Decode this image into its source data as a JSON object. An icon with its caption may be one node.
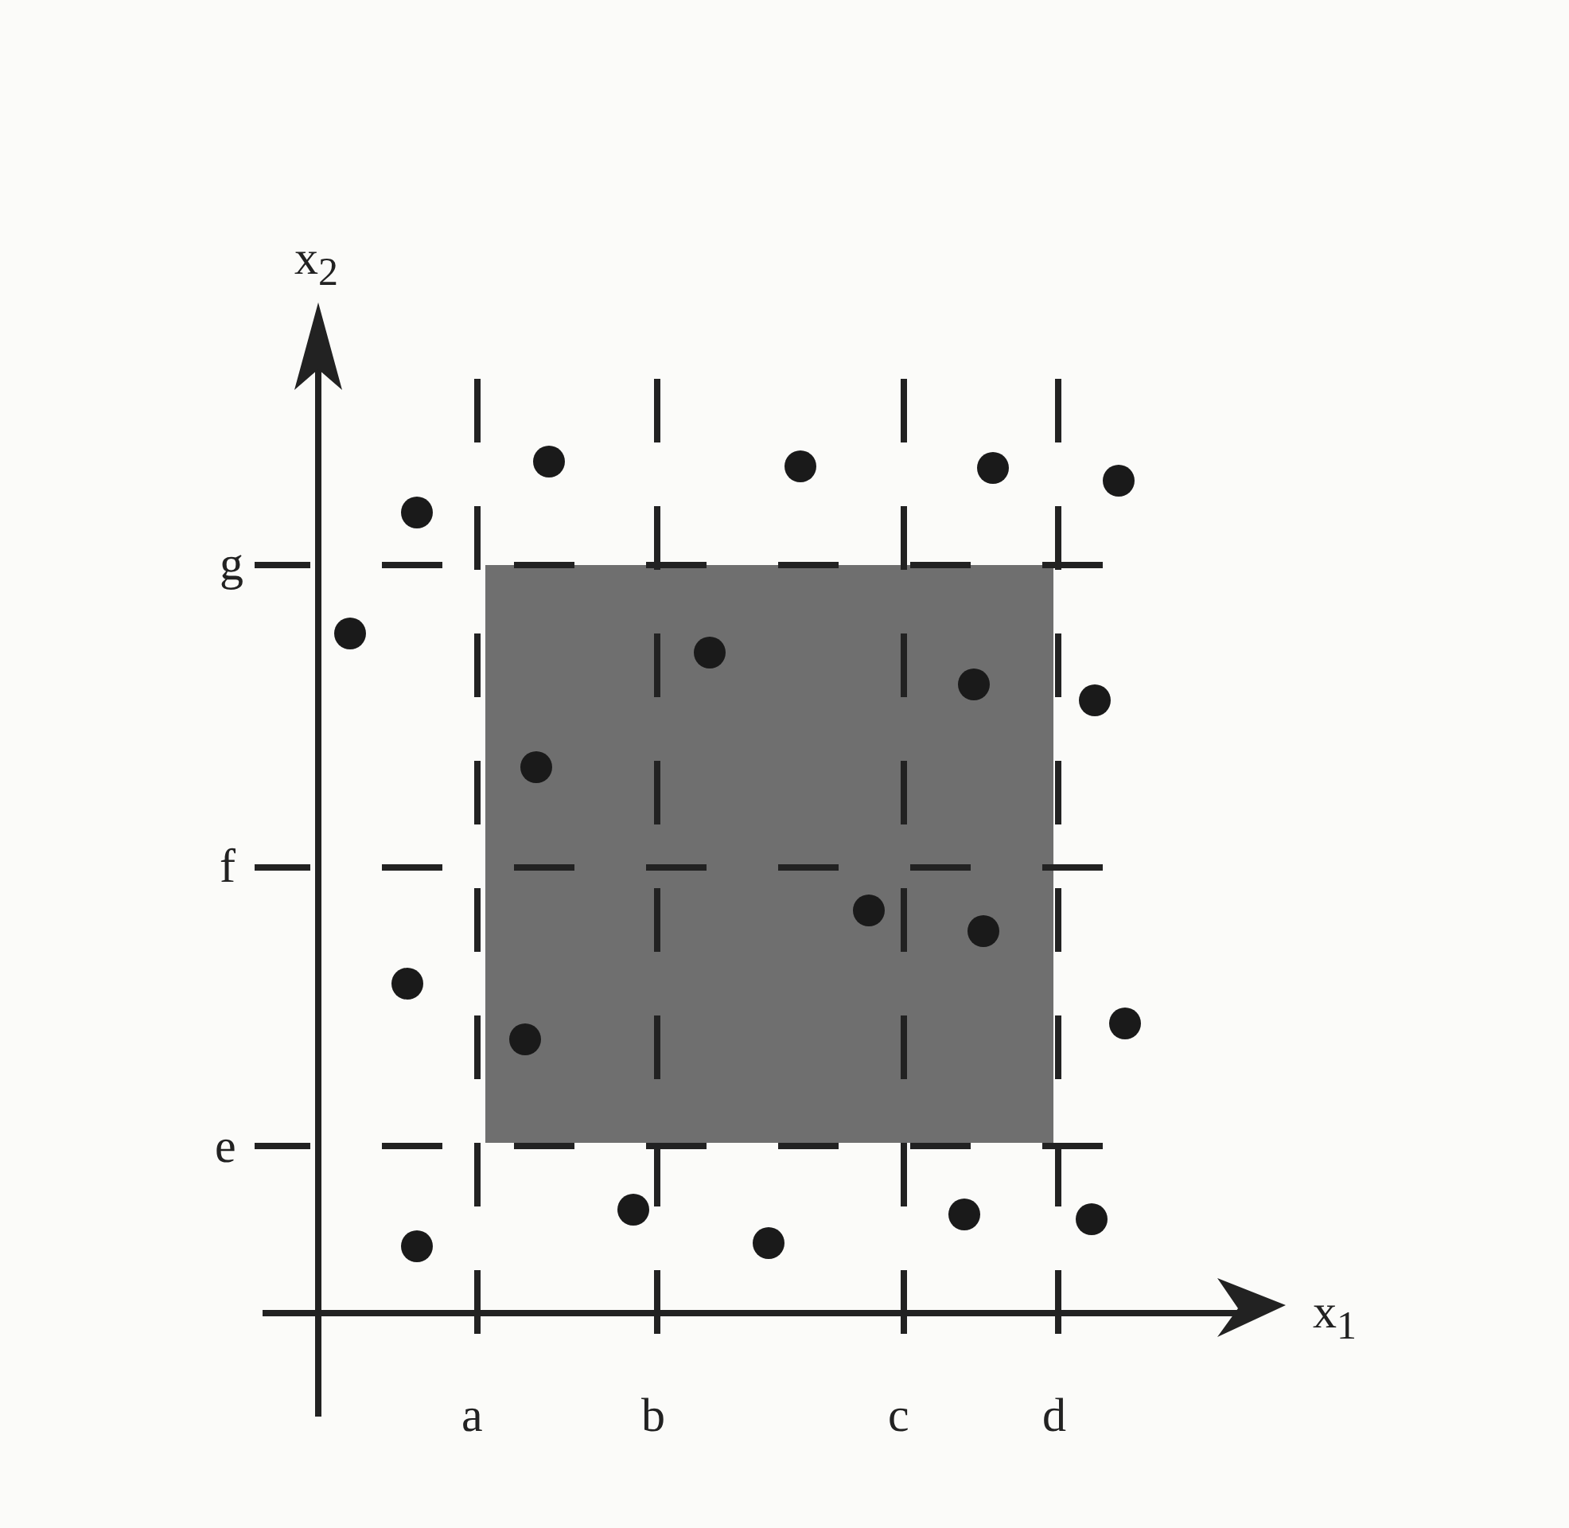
{
  "diagram": {
    "labels": [
      "x$_{2}$",
      "g",
      "f",
      "e",
      "x$_{1}$",
      "a",
      "b",
      "c",
      "d"
    ]
  }
}
